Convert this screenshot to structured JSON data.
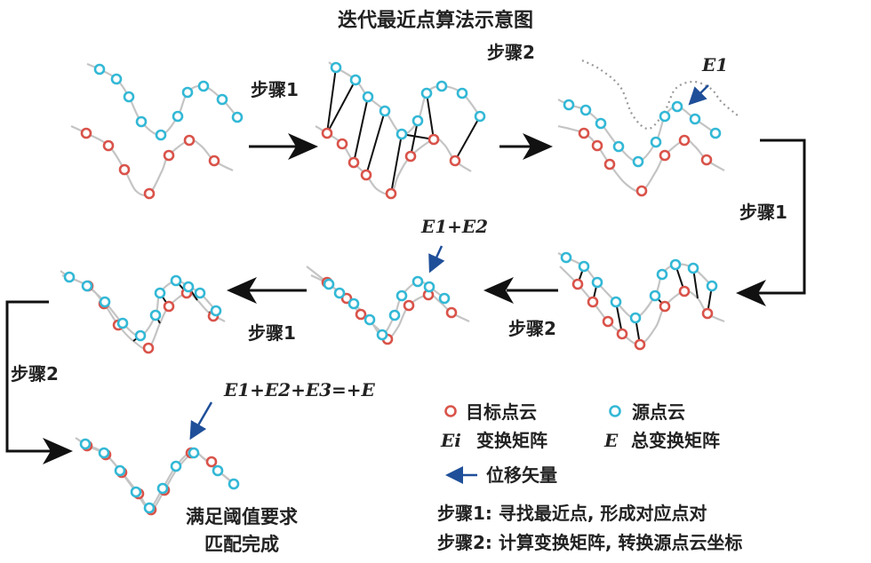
{
  "title": "迭代最近点算法示意图",
  "step_labels": {
    "s1_top": "步骤1",
    "s2_top": "步骤2",
    "s1_right": "步骤1",
    "s2_mid": "步骤2",
    "s1_mid": "步骤1",
    "s2_left": "步骤2"
  },
  "annotations": {
    "e1": "E1",
    "e1e2": "E1+E2",
    "total": "E1+E2+E3=+E"
  },
  "final_caption": [
    "满足阈值要求",
    "匹配完成"
  ],
  "legend": {
    "target": "目标点云",
    "source": "源点云",
    "ei_symbol": "Ei",
    "ei_text": "变换矩阵",
    "e_symbol": "E",
    "e_text": "总变换矩阵",
    "vector": "位移矢量"
  },
  "notes": [
    "步骤1: 寻找最近点, 形成对应点对",
    "步骤2: 计算变换矩阵, 转换源点云坐标"
  ],
  "colors": {
    "target": "#d9534a",
    "source": "#33b8d6",
    "curve": "#c4c4c4",
    "arrow": "#111111",
    "vector": "#1f4f99"
  }
}
